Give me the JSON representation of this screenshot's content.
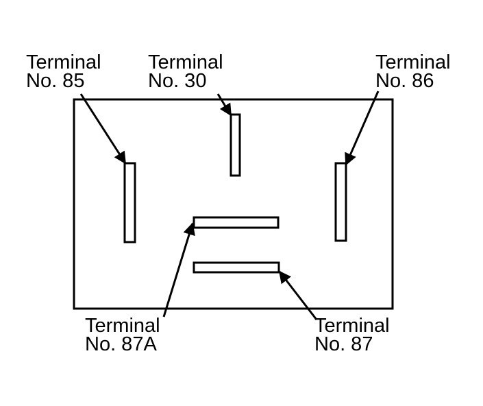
{
  "colors": {
    "ink": "#000000",
    "background": "#ffffff"
  },
  "terminals": {
    "t85": {
      "line1": "Terminal",
      "line2": "No. 85"
    },
    "t30": {
      "line1": "Terminal",
      "line2": "No. 30"
    },
    "t86": {
      "line1": "Terminal",
      "line2": "No. 86"
    },
    "t87a": {
      "line1": "Terminal",
      "line2": "No. 87A"
    },
    "t87": {
      "line1": "Terminal",
      "line2": "No. 87"
    }
  }
}
